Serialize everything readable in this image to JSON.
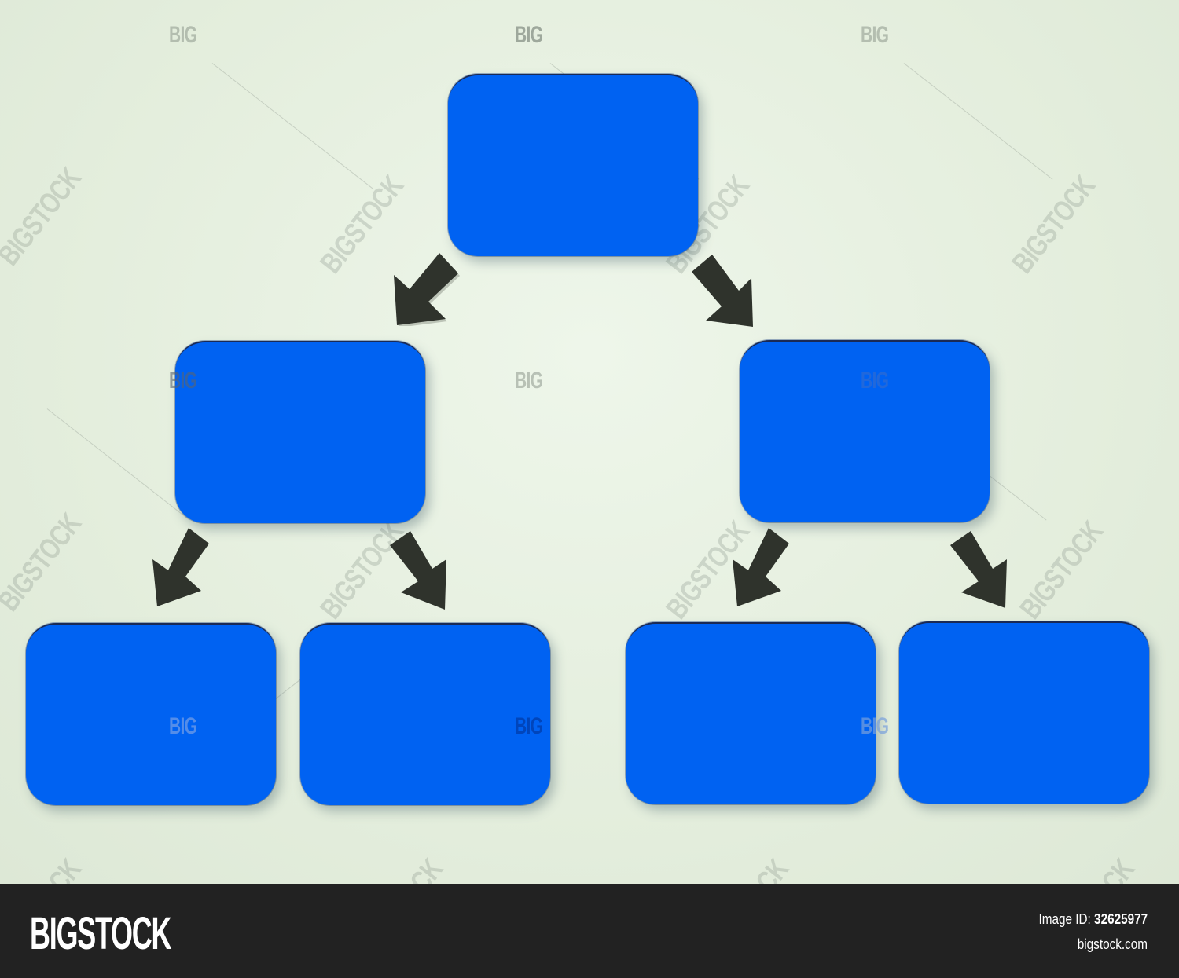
{
  "diagram": {
    "type": "hierarchy-tree",
    "colors": {
      "background": "#e6f0e0",
      "box_fill": "#0062f2",
      "arrow_fill": "#2f332c",
      "footer_bg": "#222222",
      "footer_text": "#ffffff"
    },
    "nodes": [
      {
        "id": "root",
        "label": "",
        "level": 0
      },
      {
        "id": "left",
        "label": "",
        "level": 1,
        "parent": "root"
      },
      {
        "id": "right",
        "label": "",
        "level": 1,
        "parent": "root"
      },
      {
        "id": "left-left",
        "label": "",
        "level": 2,
        "parent": "left"
      },
      {
        "id": "left-right",
        "label": "",
        "level": 2,
        "parent": "left"
      },
      {
        "id": "right-left",
        "label": "",
        "level": 2,
        "parent": "right"
      },
      {
        "id": "right-right",
        "label": "",
        "level": 2,
        "parent": "right"
      }
    ],
    "edges": [
      {
        "from": "root",
        "to": "left"
      },
      {
        "from": "root",
        "to": "right"
      },
      {
        "from": "left",
        "to": "left-left"
      },
      {
        "from": "left",
        "to": "left-right"
      },
      {
        "from": "right",
        "to": "right-left"
      },
      {
        "from": "right",
        "to": "right-right"
      }
    ]
  },
  "watermark": {
    "short": "BIG",
    "long": "BIGSTOCK"
  },
  "footer": {
    "logo": "BIGSTOCK",
    "image_id_label": "Image ID:",
    "image_id_value": "32625977",
    "site": "bigstock.com"
  }
}
